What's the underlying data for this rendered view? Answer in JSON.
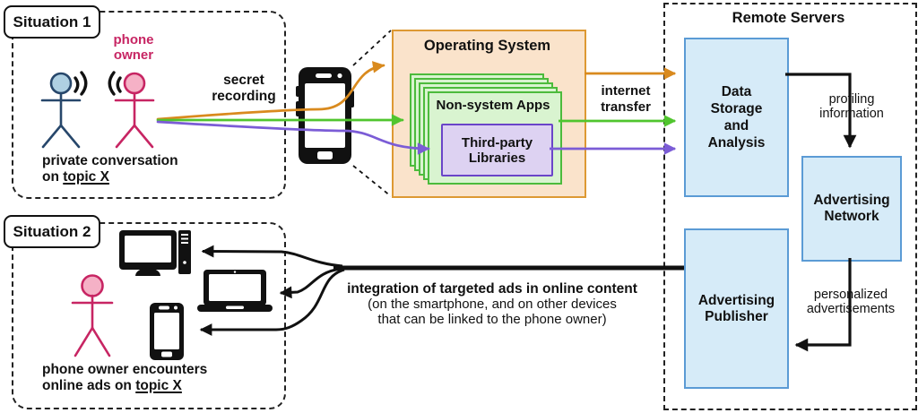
{
  "situation1": {
    "label": "Situation 1",
    "phone_owner": "phone owner",
    "secret_recording": "secret recording",
    "caption_line1": "private conversation",
    "caption_line2_prefix": "on ",
    "caption_underlined": "topic X"
  },
  "situation2": {
    "label": "Situation 2",
    "caption_line1": "phone owner encounters",
    "caption_line2_prefix": "online ads on ",
    "caption_underlined": "topic X"
  },
  "smartphone": {
    "os_title": "Operating System",
    "apps_title": "Non-system Apps",
    "libraries_title": "Third-party Libraries"
  },
  "transfer": {
    "label": "internet transfer"
  },
  "remote_servers": {
    "title": "Remote Servers",
    "data_storage": "Data Storage and Analysis",
    "profiling": "profiling information",
    "ad_network": "Advertising Network",
    "personalized": "personalized advertisements",
    "ad_publisher": "Advertising Publisher"
  },
  "integration": {
    "line1": "integration of targeted ads in online content",
    "line2": "(on the smartphone, and on other devices",
    "line3": "that can be linked to the phone owner)"
  },
  "icons": {
    "smartphone": "smartphone-icon",
    "desktop": "desktop-computer-icon",
    "laptop": "laptop-icon",
    "phone_small": "mobile-phone-icon",
    "person_blue": "stick-figure-blue",
    "person_pink": "stick-figure-pink",
    "sound_waves": "sound-wave-icon"
  },
  "colors": {
    "orange": "#D98A1E",
    "green": "#50C52E",
    "purple": "#7B5CD6",
    "crimson": "#C72563",
    "navy": "#27476B",
    "blue_box_fill": "#D6EBF8",
    "blue_box_border": "#5B9BD5",
    "os_fill": "#FAE3CB",
    "os_border": "#DD9933",
    "green_fill": "#D9F4D0",
    "green_border": "#4CBB3C",
    "purple_fill": "#DDD2F2",
    "purple_border": "#6A45C8",
    "black": "#111111"
  }
}
